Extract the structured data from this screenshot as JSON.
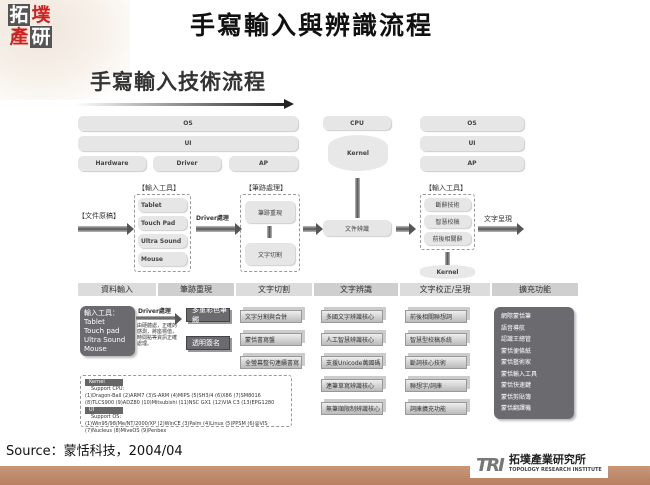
{
  "header": {
    "logo_chars": [
      "拓",
      "墣",
      "產",
      "研"
    ],
    "title": "手寫輸入與辨識流程"
  },
  "diagram": {
    "subtitle": "手寫輸入技術流程",
    "left_stack": {
      "os": "OS",
      "ui": "UI",
      "hardware": "Hardware",
      "driver": "Driver",
      "ap": "AP"
    },
    "middle_stack": {
      "cpu": "CPU",
      "kernel": "Kernel"
    },
    "right_stack": {
      "os": "OS",
      "ui": "UI",
      "ap": "AP"
    },
    "flow": {
      "source_label": "【文件原稿】",
      "input_tools_label": "【輸入工具】",
      "input_tools": [
        "Tablet",
        "Touch Pad",
        "Ultra Sound",
        "Mouse"
      ],
      "driver_label": "Driver處理",
      "stroke_label": "【筆跡處理】",
      "stroke_items": [
        "筆跡重現",
        "文字切割"
      ],
      "recognition": "文件辨識",
      "right_input_label": "【輸入工具】",
      "right_tools": [
        "斷辭技術",
        "智慧校稿",
        "前後相關辭"
      ],
      "output_label": "文字呈現",
      "kernel_bottom": "Kernel"
    },
    "stages": {
      "headers": [
        "資料輸入",
        "筆跡重現",
        "文字切割",
        "文字辨識",
        "文字校正/呈現",
        "擴充功能"
      ],
      "data_input_box": [
        "輸入工具：",
        "Tablet",
        "Touch pad",
        "Ultra Sound",
        "Mouse"
      ],
      "driver_label": "Driver處理",
      "driver_desc": "由硬體處，正確的感測，將座標值，時間點等資訊正確處理。",
      "stroke_buttons": [
        "多重彩色筆觸",
        "透明簽名"
      ],
      "segmentation": [
        "文字分割與合併",
        "蒙恬書寫盤",
        "全螢幕整句連續書寫"
      ],
      "recognition": [
        "多國文字辨識核心",
        "人工智慧辨識核心",
        "支援Unicode萬國碼",
        "連筆草寫辨識核心",
        "無筆順限制辨識核心"
      ],
      "correction": [
        "前後相關聯想詞",
        "智慧型校稿系統",
        "斷詞核心技術",
        "聯想字/詞庫",
        "詞庫擴充功能"
      ],
      "extensions": [
        "網際蒙恬筆",
        "語音導航",
        "認識王總管",
        "蒙恬便條紙",
        "蒙恬藝術家",
        "蒙恬輸入工具",
        "蒙恬快速鍵",
        "蒙恬剪貼簿",
        "蒙恬翻譯機"
      ]
    },
    "support": {
      "kernel_tag": "Kernel",
      "cpu_title": "Support CPU:",
      "cpu_line1": "(1)Dragon-Ball (2)ARM7 (3)S-ARM (4)MIPS (5)SH3/4 (6)X86 (7)SM8016",
      "cpu_line2": "(8)TLCS900 (9)ADZ80 (10)Mitsubishi (11)NSC GX1 (12)VIA C3 (13)EPG1280",
      "ui_tag": "UI",
      "os_title": "Support OS:",
      "os_line1": "(1)Win95/98/Me/NT/2000/XP (2)WinCE (3)Palm (4)Linux (5)PPSM (6)@VIS",
      "os_line2": "(7)Nucleus (8)MiveOS (9)Penbex"
    }
  },
  "footer": {
    "source": "Source：蒙恬科技，2004/04",
    "tri_mark": "TRI",
    "tri_name": "拓墣產業研究所",
    "tri_en": "TOPOLOGY RESEARCH INSTITUTE",
    "bar_color": "#c08a6a"
  }
}
